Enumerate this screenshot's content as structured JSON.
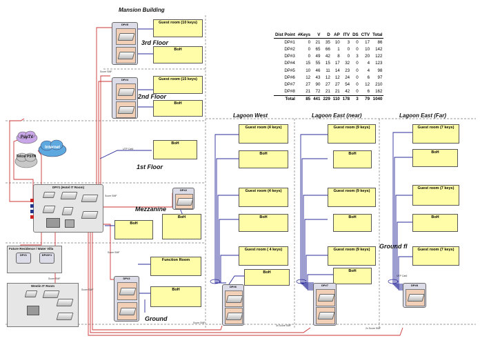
{
  "sections": {
    "mansion": "Mansion Building",
    "lagoon_west": "Lagoon West",
    "lagoon_east_near": "Lagoon East (near)",
    "lagoon_east_far": "Lagoon East (Far)",
    "ground_fl": "Ground fl"
  },
  "floors": {
    "third": "3rd Floor",
    "second": "2nd Floor",
    "first": "1st Floor",
    "mezzanine": "Mezzanine",
    "ground": "Ground"
  },
  "dp_labels": {
    "dp5": "DP#5",
    "dp4": "DP#4",
    "dp2": "DP#2",
    "dp3": "DP#3",
    "dp6": "DP#6",
    "dp7": "DP#7",
    "dp8": "DP#8",
    "dp1": "DP#1 (Hotel IT Room)",
    "dpfuture_a": "DP#1",
    "dpfuture_b": "DP#8+1"
  },
  "rooms": {
    "guest_10": "Guest room (10 keys)",
    "guest_15": "Guest room (15 keys)",
    "boh": "BoH",
    "function_room": "Function Room",
    "guest_4": "Guest room (4 keys)",
    "guest_4b": "Guest room ( 4 keys)",
    "guest_9": "Guest room (9 keys)",
    "guest_7": "Guest room (7 keys)"
  },
  "clouds": {
    "paytv": "PayTV",
    "internet": "Internet",
    "telco": "Telco/ PSTN"
  },
  "panels": {
    "future": "Future Residence / Water Villa",
    "westin": "Westin IT Room"
  },
  "cable_labels": {
    "score_smf_1": "Score SMF",
    "score_smf_2": "Score SMF",
    "score_smf_3": "Score SMF",
    "score_smf_4": "Score SMF",
    "score_smf_5": "Score SMF",
    "utp_cat6": "UTP Cat6",
    "score_smf_b1": "3x Score SMF",
    "score_smf_b2": "2x Score SMF",
    "score_smf_b3": "Score SMF",
    "utp_cat6_b": "UTP Cat6"
  },
  "table": {
    "headers": [
      "Dist Point",
      "#Keys",
      "V",
      "D",
      "AP",
      "ITV",
      "DS",
      "CTV",
      "Total"
    ],
    "rows": [
      [
        "DP#1",
        "0",
        "21",
        "35",
        "10",
        "3",
        "0",
        "17",
        "86"
      ],
      [
        "DP#2",
        "0",
        "65",
        "66",
        "1",
        "0",
        "0",
        "10",
        "142"
      ],
      [
        "DP#3",
        "0",
        "49",
        "42",
        "8",
        "0",
        "3",
        "20",
        "122"
      ],
      [
        "DP#4",
        "15",
        "55",
        "15",
        "17",
        "32",
        "0",
        "4",
        "123"
      ],
      [
        "DP#5",
        "10",
        "46",
        "11",
        "14",
        "23",
        "0",
        "4",
        "98"
      ],
      [
        "DP#6",
        "12",
        "43",
        "12",
        "12",
        "24",
        "0",
        "6",
        "97"
      ],
      [
        "DP#7",
        "27",
        "90",
        "27",
        "27",
        "54",
        "0",
        "12",
        "210"
      ],
      [
        "DP#8",
        "21",
        "72",
        "21",
        "21",
        "42",
        "0",
        "6",
        "162"
      ]
    ],
    "total": [
      "Total",
      "85",
      "441",
      "229",
      "110",
      "178",
      "3",
      "79",
      "1040"
    ]
  },
  "colors": {
    "red_link": "#cc3333",
    "blue_link": "#2a2a9a",
    "room_fill": "#fffda8",
    "dp_fill": "#dcdce8",
    "paytv": "#c9a6e8",
    "internet": "#5ea8e0",
    "telco": "#c8c8c8"
  }
}
